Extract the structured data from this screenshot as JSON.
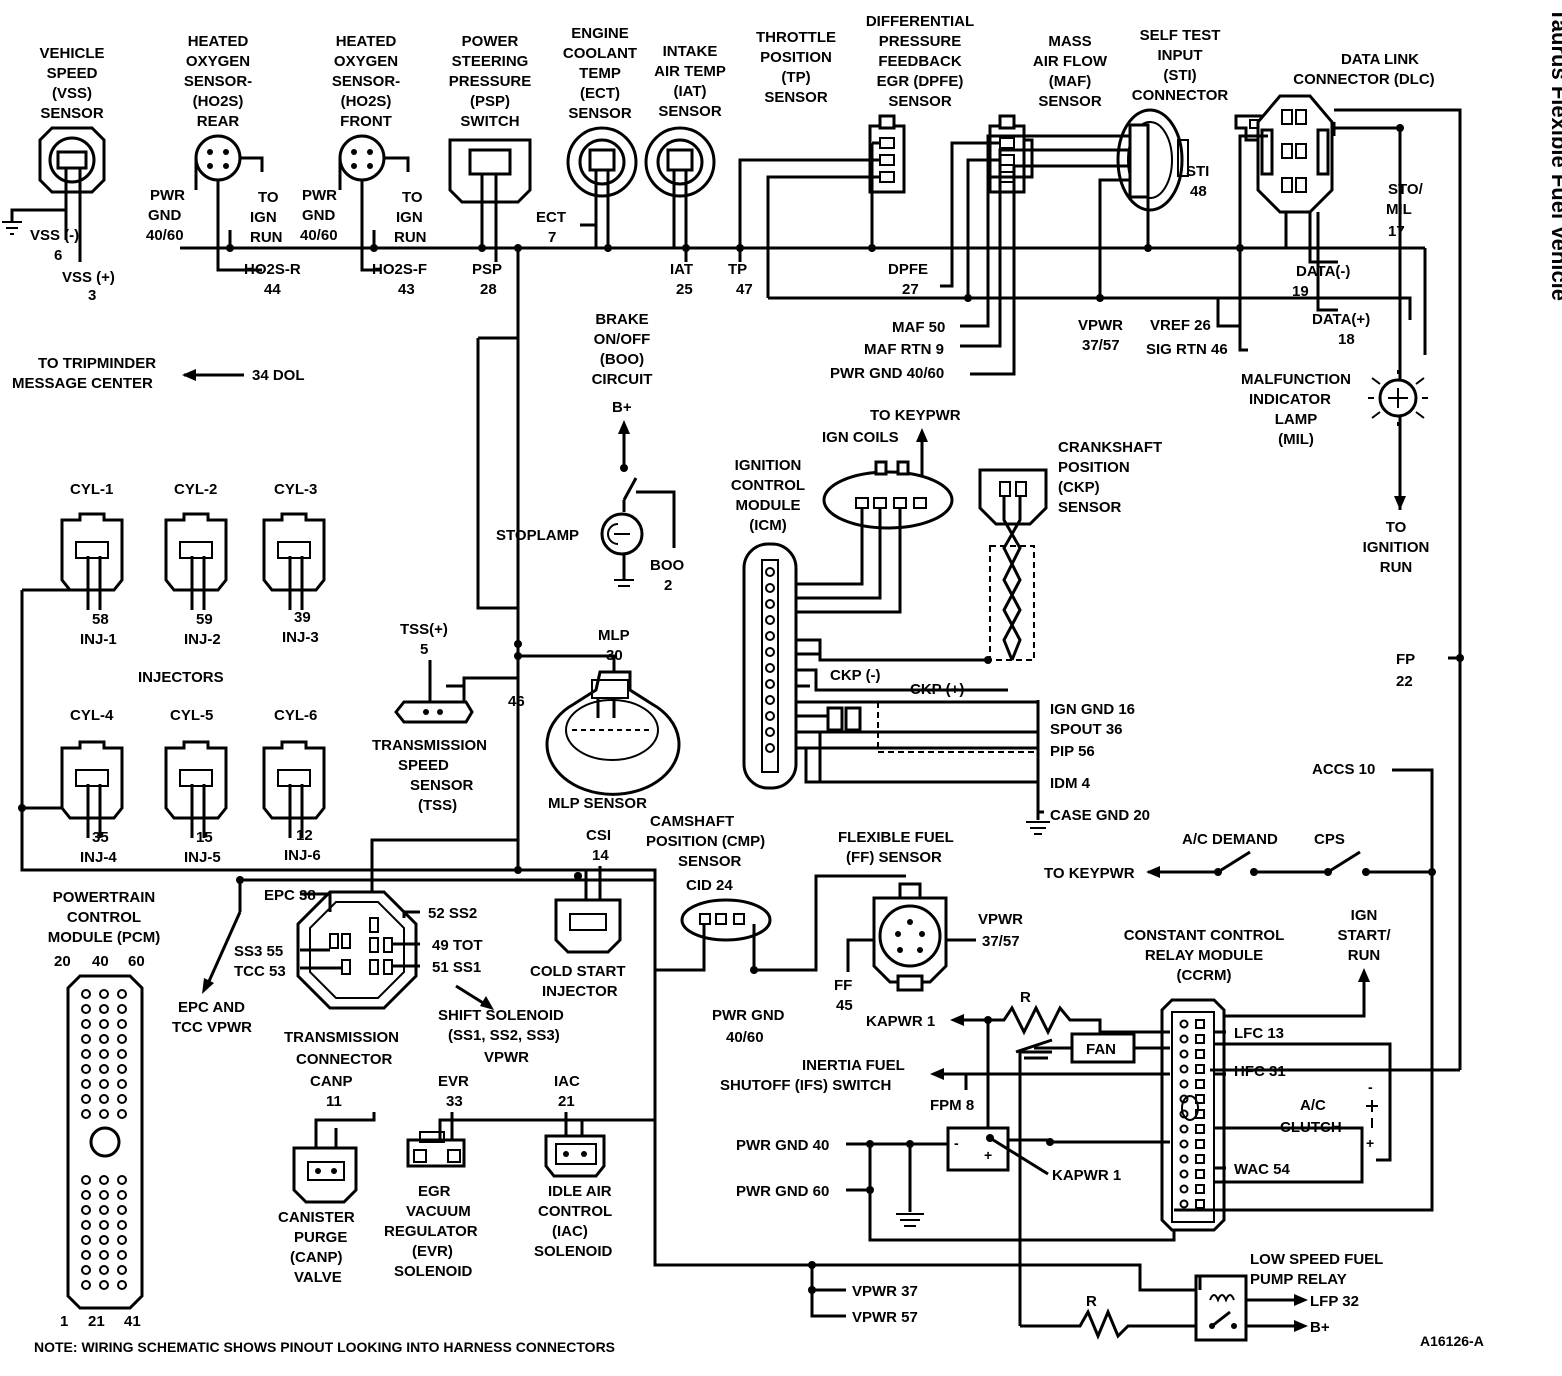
{
  "side_title": "Taurus Flexible Fuel Vehicle",
  "figure_id": "A16126-A",
  "note": "NOTE: WIRING SCHEMATIC SHOWS PINOUT LOOKING INTO HARNESS CONNECTORS",
  "top_components": {
    "vss": [
      "VEHICLE",
      "SPEED",
      "(VSS)",
      "SENSOR"
    ],
    "ho2s_rear": [
      "HEATED",
      "OXYGEN",
      "SENSOR-",
      "(HO2S)",
      "REAR"
    ],
    "ho2s_front": [
      "HEATED",
      "OXYGEN",
      "SENSOR-",
      "(HO2S)",
      "FRONT"
    ],
    "psp": [
      "POWER",
      "STEERING",
      "PRESSURE",
      "(PSP)",
      "SWITCH"
    ],
    "ect": [
      "ENGINE",
      "COOLANT",
      "TEMP",
      "(ECT)",
      "SENSOR"
    ],
    "iat": [
      "INTAKE",
      "AIR TEMP",
      "(IAT)",
      "SENSOR"
    ],
    "tp": [
      "THROTTLE",
      "POSITION",
      "(TP)",
      "SENSOR"
    ],
    "dpfe": [
      "DIFFERENTIAL",
      "PRESSURE",
      "FEEDBACK",
      "EGR (DPFE)",
      "SENSOR"
    ],
    "maf": [
      "MASS",
      "AIR FLOW",
      "(MAF)",
      "SENSOR"
    ],
    "sti": [
      "SELF TEST",
      "INPUT",
      "(STI)",
      "CONNECTOR"
    ],
    "dlc": [
      "DATA LINK",
      "CONNECTOR (DLC)"
    ]
  },
  "top_pins": {
    "vss_neg": [
      "VSS (-)",
      "6"
    ],
    "vss_pos": [
      "VSS (+)",
      "3"
    ],
    "pwr_gnd_r": [
      "PWR",
      "GND",
      "40/60"
    ],
    "to_ign_run_r": [
      "TO",
      "IGN",
      "RUN"
    ],
    "pwr_gnd_f": [
      "PWR",
      "GND",
      "40/60"
    ],
    "to_ign_run_f": [
      "TO",
      "IGN",
      "RUN"
    ],
    "ho2s_r": [
      "HO2S-R",
      "44"
    ],
    "ho2s_f": [
      "HO2S-F",
      "43"
    ],
    "psp": [
      "PSP",
      "28"
    ],
    "ect": [
      "ECT",
      "7"
    ],
    "iat": [
      "IAT",
      "25"
    ],
    "tp": [
      "TP",
      "47"
    ],
    "dpfe": [
      "DPFE",
      "27"
    ],
    "sti": [
      "STI",
      "48"
    ],
    "sto_mil": [
      "STO/",
      "MIL",
      "17"
    ],
    "data_neg": [
      "DATA(-)",
      "19"
    ],
    "data_pos": [
      "DATA(+)",
      "18"
    ],
    "maf": "MAF 50",
    "maf_rtn": "MAF RTN 9",
    "pwr_gnd": "PWR GND 40/60",
    "vpwr": [
      "VPWR",
      "37/57"
    ],
    "vref": "VREF 26",
    "sig_rtn": "SIG RTN 46"
  },
  "mid": {
    "tripminder": [
      "TO TRIPMINDER",
      "MESSAGE CENTER"
    ],
    "dol": "34 DOL",
    "boo_circuit": [
      "BRAKE",
      "ON/OFF",
      "(BOO)",
      "CIRCUIT"
    ],
    "b_plus": "B+",
    "stoplamp": "STOPLAMP",
    "boo": [
      "BOO",
      "2"
    ],
    "mil": [
      "MALFUNCTION",
      "INDICATOR",
      "LAMP",
      "(MIL)"
    ],
    "to_ignition_run": [
      "TO",
      "IGNITION",
      "RUN"
    ],
    "to_keypwr": "TO KEYPWR",
    "ign_coils": "IGN COILS",
    "icm": [
      "IGNITION",
      "CONTROL",
      "MODULE",
      "(ICM)"
    ],
    "ckp_sensor": [
      "CRANKSHAFT",
      "POSITION",
      "(CKP)",
      "SENSOR"
    ],
    "ckp_neg": "CKP (-)",
    "ckp_pos": "CKP (+)",
    "ign_gnd": "IGN GND 16",
    "spout": "SPOUT 36",
    "pip": "PIP 56",
    "idm": "IDM 4",
    "case_gnd": "CASE GND 20",
    "fp": [
      "FP",
      "22"
    ],
    "accs": "ACCS 10",
    "ac_demand": "A/C DEMAND",
    "cps": "CPS",
    "to_keypwr2": "TO KEYPWR"
  },
  "injectors": {
    "title": "INJECTORS",
    "cyl": [
      "CYL-1",
      "CYL-2",
      "CYL-3",
      "CYL-4",
      "CYL-5",
      "CYL-6"
    ],
    "inj": [
      [
        "58",
        "INJ-1"
      ],
      [
        "59",
        "INJ-2"
      ],
      [
        "39",
        "INJ-3"
      ],
      [
        "35",
        "INJ-4"
      ],
      [
        "15",
        "INJ-5"
      ],
      [
        "12",
        "INJ-6"
      ]
    ]
  },
  "trans": {
    "tss_pin": [
      "TSS(+)",
      "5"
    ],
    "tss": [
      "TRANSMISSION",
      "SPEED",
      "SENSOR",
      "(TSS)"
    ],
    "pin46": "46",
    "mlp_pin": [
      "MLP",
      "30"
    ],
    "mlp": "MLP SENSOR",
    "epc": "EPC 38",
    "ss3": "SS3 55",
    "tcc": "TCC 53",
    "ss2": "52 SS2",
    "tot": "49 TOT",
    "ss1": "51 SS1",
    "connector": [
      "TRANSMISSION",
      "CONNECTOR"
    ],
    "shift_solenoid": [
      "SHIFT SOLENOID",
      "(SS1, SS2, SS3)",
      "VPWR"
    ],
    "epc_tcc": [
      "EPC AND",
      "TCC VPWR"
    ],
    "csi": [
      "CSI",
      "14"
    ],
    "cold_start": [
      "COLD START",
      "INJECTOR"
    ],
    "cmp": [
      "CAMSHAFT",
      "POSITION (CMP)",
      "SENSOR"
    ],
    "cid": "CID 24",
    "pwr_gnd": [
      "PWR GND",
      "40/60"
    ],
    "ff_sensor": [
      "FLEXIBLE FUEL",
      "(FF) SENSOR"
    ],
    "ff_vpwr": [
      "VPWR",
      "37/57"
    ],
    "ff": [
      "FF",
      "45"
    ]
  },
  "pcm": {
    "title": [
      "POWERTRAIN",
      "CONTROL",
      "MODULE (PCM)"
    ],
    "top_pins": [
      "20",
      "40",
      "60"
    ],
    "bottom_pins": [
      "1",
      "21",
      "41"
    ]
  },
  "bottom": {
    "canp_pin": [
      "CANP",
      "11"
    ],
    "evr_pin": [
      "EVR",
      "33"
    ],
    "iac_pin": [
      "IAC",
      "21"
    ],
    "canp": [
      "CANISTER",
      "PURGE",
      "(CANP)",
      "VALVE"
    ],
    "evr": [
      "EGR",
      "VACUUM",
      "REGULATOR",
      "(EVR)",
      "SOLENOID"
    ],
    "iac": [
      "IDLE AIR",
      "CONTROL",
      "(IAC)",
      "SOLENOID"
    ],
    "kapwr": "KAPWR 1",
    "r": "R",
    "ifs": [
      "INERTIA FUEL",
      "SHUTOFF (IFS) SWITCH"
    ],
    "fpm": "FPM 8",
    "fan": "FAN",
    "ccrm": [
      "CONSTANT CONTROL",
      "RELAY MODULE",
      "(CCRM)"
    ],
    "ign_start": [
      "IGN",
      "START/",
      "RUN"
    ],
    "lfc": "LFC 13",
    "hfc": "HFC 31",
    "ac_clutch": [
      "A/C",
      "CLUTCH"
    ],
    "wac": "WAC 54",
    "pwr_gnd40": "PWR GND 40",
    "pwr_gnd60": "PWR GND 60",
    "kapwr2": "KAPWR 1",
    "low_speed": [
      "LOW SPEED FUEL",
      "PUMP RELAY"
    ],
    "lfp": "LFP 32",
    "b_plus": "B+",
    "vpwr37": "VPWR 37",
    "vpwr57": "VPWR 57"
  }
}
